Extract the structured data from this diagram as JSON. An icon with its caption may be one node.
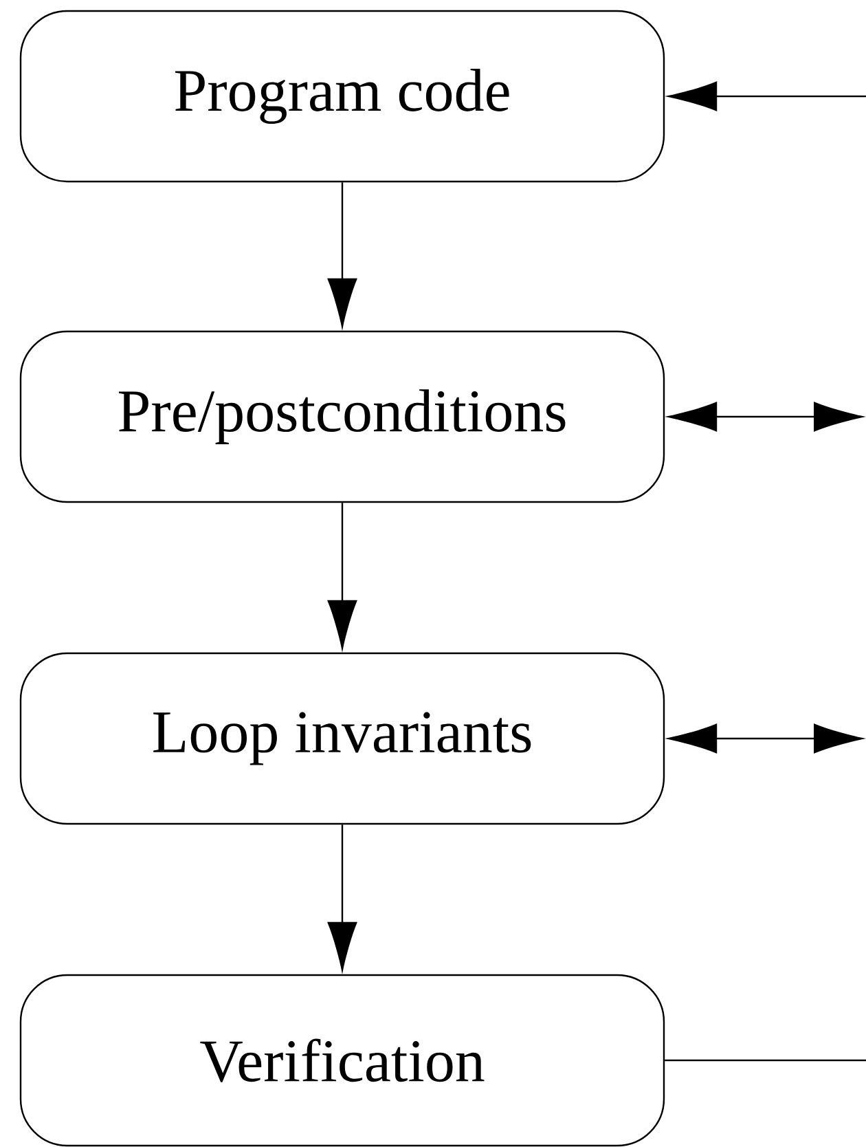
{
  "diagram": {
    "nodes": [
      {
        "text": [
          "Program code"
        ]
      },
      {
        "text": [
          "Pre/postconditions"
        ]
      },
      {
        "text": [
          "Loop invariants"
        ]
      },
      {
        "text": [
          "Verification"
        ]
      }
    ],
    "edges": [
      {
        "from": 0,
        "to": 1,
        "arrow": "to"
      },
      {
        "from": 1,
        "to": 2,
        "arrow": "to"
      },
      {
        "from": 2,
        "to": 3,
        "arrow": "to"
      },
      {
        "from": null,
        "to": 0,
        "arrow": "to"
      },
      {
        "from": 1,
        "to": null,
        "arrow": "both"
      },
      {
        "from": 2,
        "to": null,
        "arrow": "both"
      },
      {
        "from": 3,
        "to": null,
        "arrow": "none"
      }
    ]
  }
}
